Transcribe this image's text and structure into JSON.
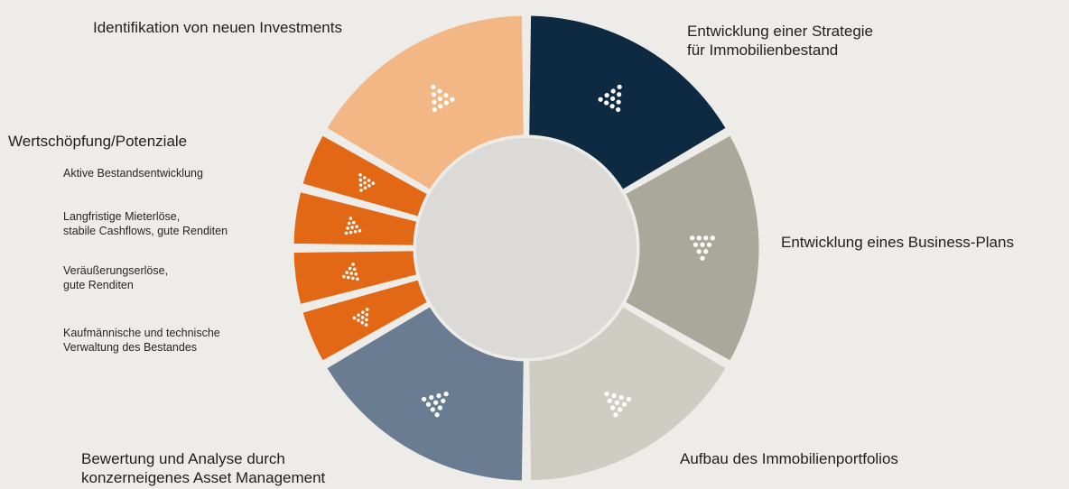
{
  "colors": {
    "background": "#eeece8",
    "center": "#dcdad6",
    "dots": "#ffffff"
  },
  "segments": [
    {
      "id": "strategie",
      "label": "Entwicklung einer Strategie\nfür Immobilienbestand",
      "color": "#0e2a42",
      "icon": "dot-triangle-icon"
    },
    {
      "id": "business",
      "label": "Entwicklung eines Business-Plans",
      "color": "#aaa79b",
      "icon": "dot-triangle-icon"
    },
    {
      "id": "portfolio",
      "label": "Aufbau des Immobilienportfolios",
      "color": "#cfccc4",
      "icon": "dot-triangle-icon"
    },
    {
      "id": "bewertung",
      "label": "Bewertung und Analyse durch\nkonzerneigenes Asset Management",
      "color": "#6a7c91",
      "icon": "dot-triangle-icon"
    },
    {
      "id": "wertschoepfung",
      "label": "Wertschöpfung/Potenziale",
      "color": "#e36816",
      "icon": "dot-triangle-icon",
      "sub_items": [
        {
          "label": "Kaufmännische und technische\nVerwaltung des Bestandes"
        },
        {
          "label": "Veräußerungserlöse,\ngute Renditen"
        },
        {
          "label": "Langfristige Mieterlöse,\nstabile Cashflows, gute Renditen"
        },
        {
          "label": "Aktive Bestandsentwicklung"
        }
      ]
    },
    {
      "id": "identifikation",
      "label": "Identifikation von neuen Investments",
      "color": "#f2b785",
      "icon": "dot-triangle-icon"
    }
  ]
}
